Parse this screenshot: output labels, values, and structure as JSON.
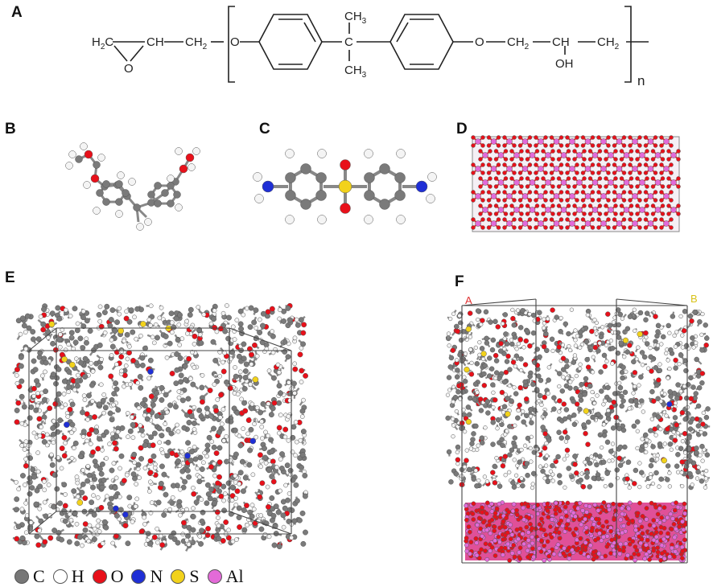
{
  "panels": {
    "a": "A",
    "b": "B",
    "c": "C",
    "d": "D",
    "e": "E",
    "f": "F"
  },
  "formula": {
    "h2c": "H",
    "h2c_sub": "2",
    "h2c_c": "C",
    "ch": "CH",
    "ch2_left": "CH",
    "ch2_left_sub": "2",
    "o_left": "O",
    "ch3_top": "CH",
    "ch3_top_sub": "3",
    "c_center": "C",
    "ch3_bottom": "CH",
    "ch3_bottom_sub": "3",
    "o_right": "O",
    "ch2_mid": "CH",
    "ch2_mid_sub": "2",
    "ch_mid": "CH",
    "oh": "OH",
    "ch2_right": "CH",
    "ch2_right_sub": "2",
    "o_epoxide": "O",
    "n_repeat": "n"
  },
  "legend": [
    {
      "symbol": "C",
      "color": "#777777"
    },
    {
      "symbol": "H",
      "color": "#ffffff"
    },
    {
      "symbol": "O",
      "color": "#e8101a"
    },
    {
      "symbol": "N",
      "color": "#1f2fd6"
    },
    {
      "symbol": "S",
      "color": "#f2d21b"
    },
    {
      "symbol": "Al",
      "color": "#e36ad8"
    }
  ],
  "box_corner_labels": {
    "f_a": "A",
    "f_b": "B"
  }
}
